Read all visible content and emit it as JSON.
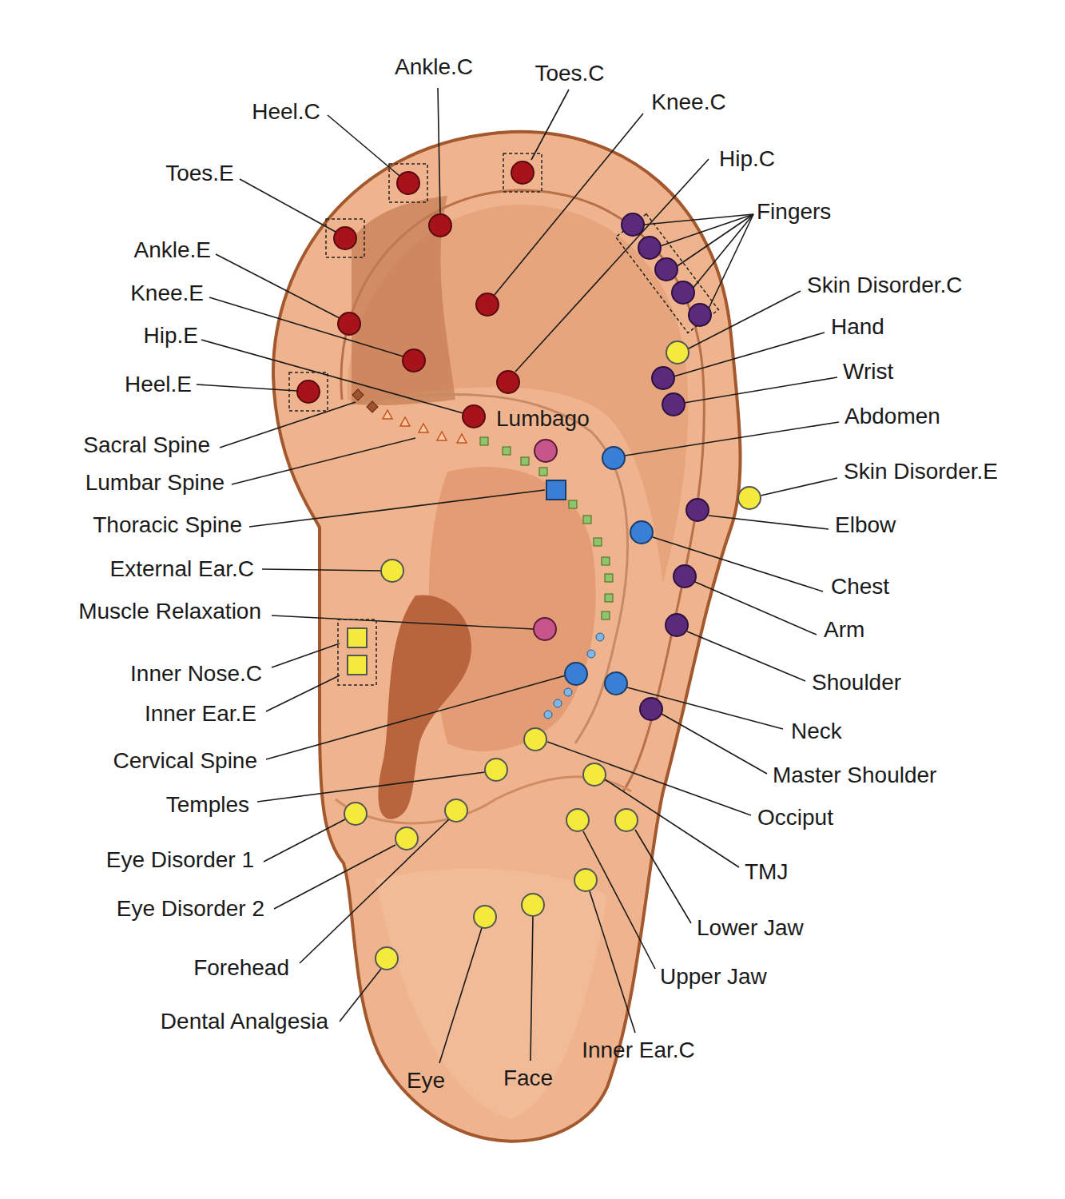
{
  "diagram": {
    "labels": [
      "Ankle.C",
      "Toes.C",
      "Knee.C",
      "Heel.C",
      "Hip.C",
      "Toes.E",
      "Fingers",
      "Ankle.E",
      "Skin Disorder.C",
      "Knee.E",
      "Hand",
      "Hip.E",
      "Wrist",
      "Heel.E",
      "Lumbago",
      "Abdomen",
      "Sacral Spine",
      "Skin Disorder.E",
      "Lumbar Spine",
      "Thoracic Spine",
      "Elbow",
      "External Ear.C",
      "Chest",
      "Muscle Relaxation",
      "Arm",
      "Inner Nose.C",
      "Shoulder",
      "Inner Ear.E",
      "Neck",
      "Cervical Spine",
      "Master Shoulder",
      "Temples",
      "Occiput",
      "TMJ",
      "Eye Disorder 1",
      "Eye Disorder 2",
      "Lower Jaw",
      "Forehead",
      "Upper Jaw",
      "Dental Analgesia",
      "Inner Ear.C",
      "Eye",
      "Face"
    ]
  }
}
